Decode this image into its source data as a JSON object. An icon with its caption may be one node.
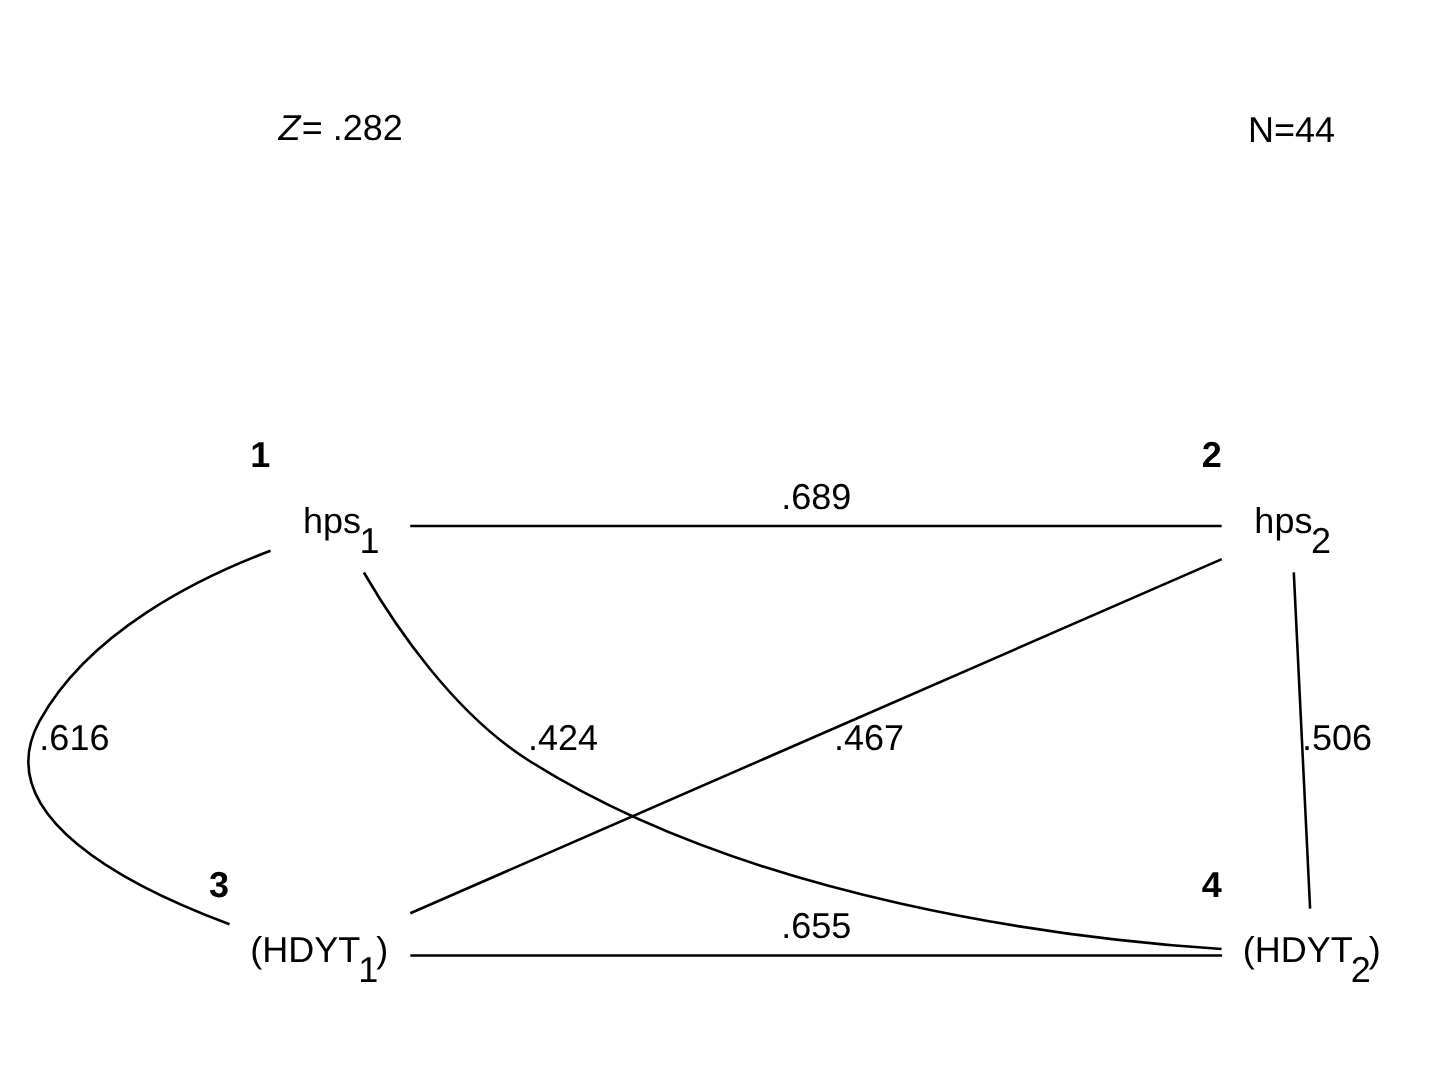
{
  "diagram": {
    "nodes": [
      {
        "text": [
          "hps$_{1}$"
        ],
        "beside": [
          "1"
        ]
      },
      {
        "text": [
          "hps$_{2}$"
        ],
        "beside": [
          "2"
        ]
      },
      {
        "text": [
          "(HDYT$_{1}$)"
        ],
        "beside": [
          "3"
        ]
      },
      {
        "text": [
          "(HDYT$_{2}$)"
        ],
        "beside": [
          "4"
        ]
      }
    ],
    "edges": [
      {
        "from": 0,
        "to": 1,
        "arrow": "none",
        "label": ".689"
      },
      {
        "from": 0,
        "to": 2,
        "arrow": "none",
        "label": ".616"
      },
      {
        "from": 1,
        "to": 3,
        "arrow": "none",
        "label": ".506"
      },
      {
        "from": 0,
        "to": 3,
        "arrow": "none",
        "label": ".424"
      },
      {
        "from": 1,
        "to": 2,
        "arrow": "none",
        "label": ".467"
      },
      {
        "from": 2,
        "to": 3,
        "arrow": "none",
        "label": ".655"
      }
    ],
    "labels": [
      "*Z*= .282",
      "N=44"
    ]
  }
}
